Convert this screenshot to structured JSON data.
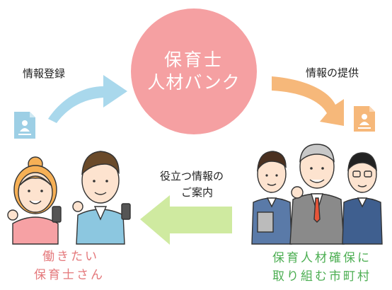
{
  "center": {
    "line1": "保育士",
    "line2": "人材バンク",
    "color": "#f5a0a2"
  },
  "labels": {
    "register": "情報登録",
    "provide": "情報の提供",
    "useful_line1": "役立つ情報の",
    "useful_line2": "ご案内"
  },
  "captions": {
    "workers_line1": "働きたい",
    "workers_line2": "保育士さん",
    "city_line1": "保育人材確保に",
    "city_line2": "取り組む市町村"
  },
  "colors": {
    "arrow_register": "#a9d8ec",
    "arrow_provide": "#f6b87a",
    "arrow_useful": "#cfeaa0",
    "doc_blue": "#9dcfe5",
    "doc_orange": "#f6b87a",
    "caption_pink": "#e4787b",
    "caption_green": "#4cae52"
  },
  "icons": [
    "document-icon",
    "arrow-icon",
    "person-illustration"
  ]
}
